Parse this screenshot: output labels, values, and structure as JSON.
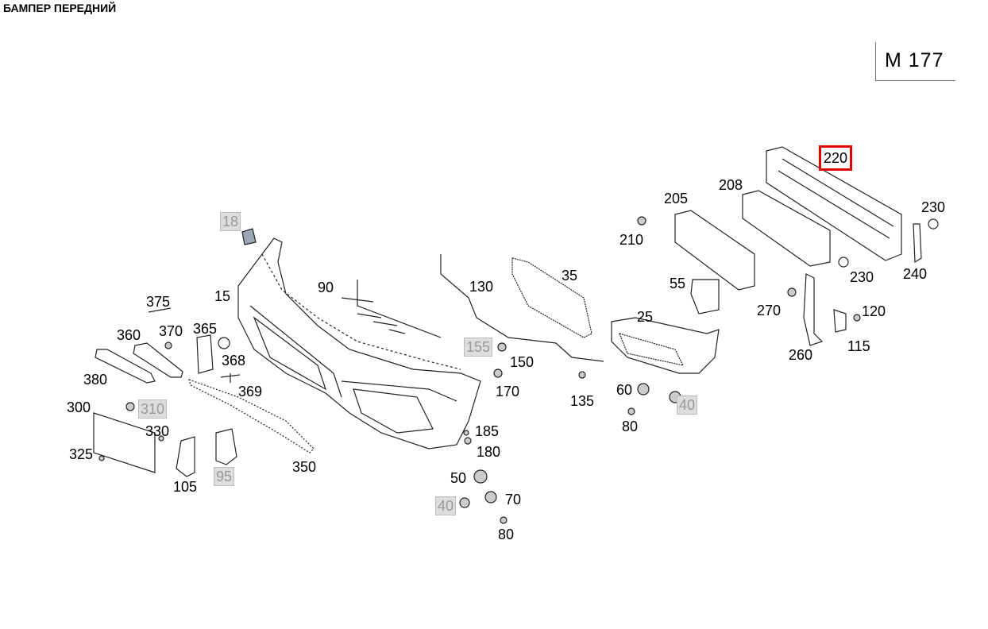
{
  "title": "БАМПЕР ПЕРЕДНИЙ",
  "model_code": "M 177",
  "highlight_color": "#e00000",
  "selected_part": "220",
  "parts": [
    "18",
    "15",
    "90",
    "375",
    "360",
    "370",
    "365",
    "368",
    "369",
    "380",
    "300",
    "310",
    "330",
    "325",
    "105",
    "95",
    "350",
    "130",
    "35",
    "155",
    "150",
    "170",
    "135",
    "185",
    "180",
    "50",
    "70",
    "40",
    "80",
    "205",
    "208",
    "210",
    "55",
    "25",
    "60",
    "40",
    "80",
    "220",
    "230",
    "230",
    "240",
    "270",
    "120",
    "115",
    "260"
  ]
}
